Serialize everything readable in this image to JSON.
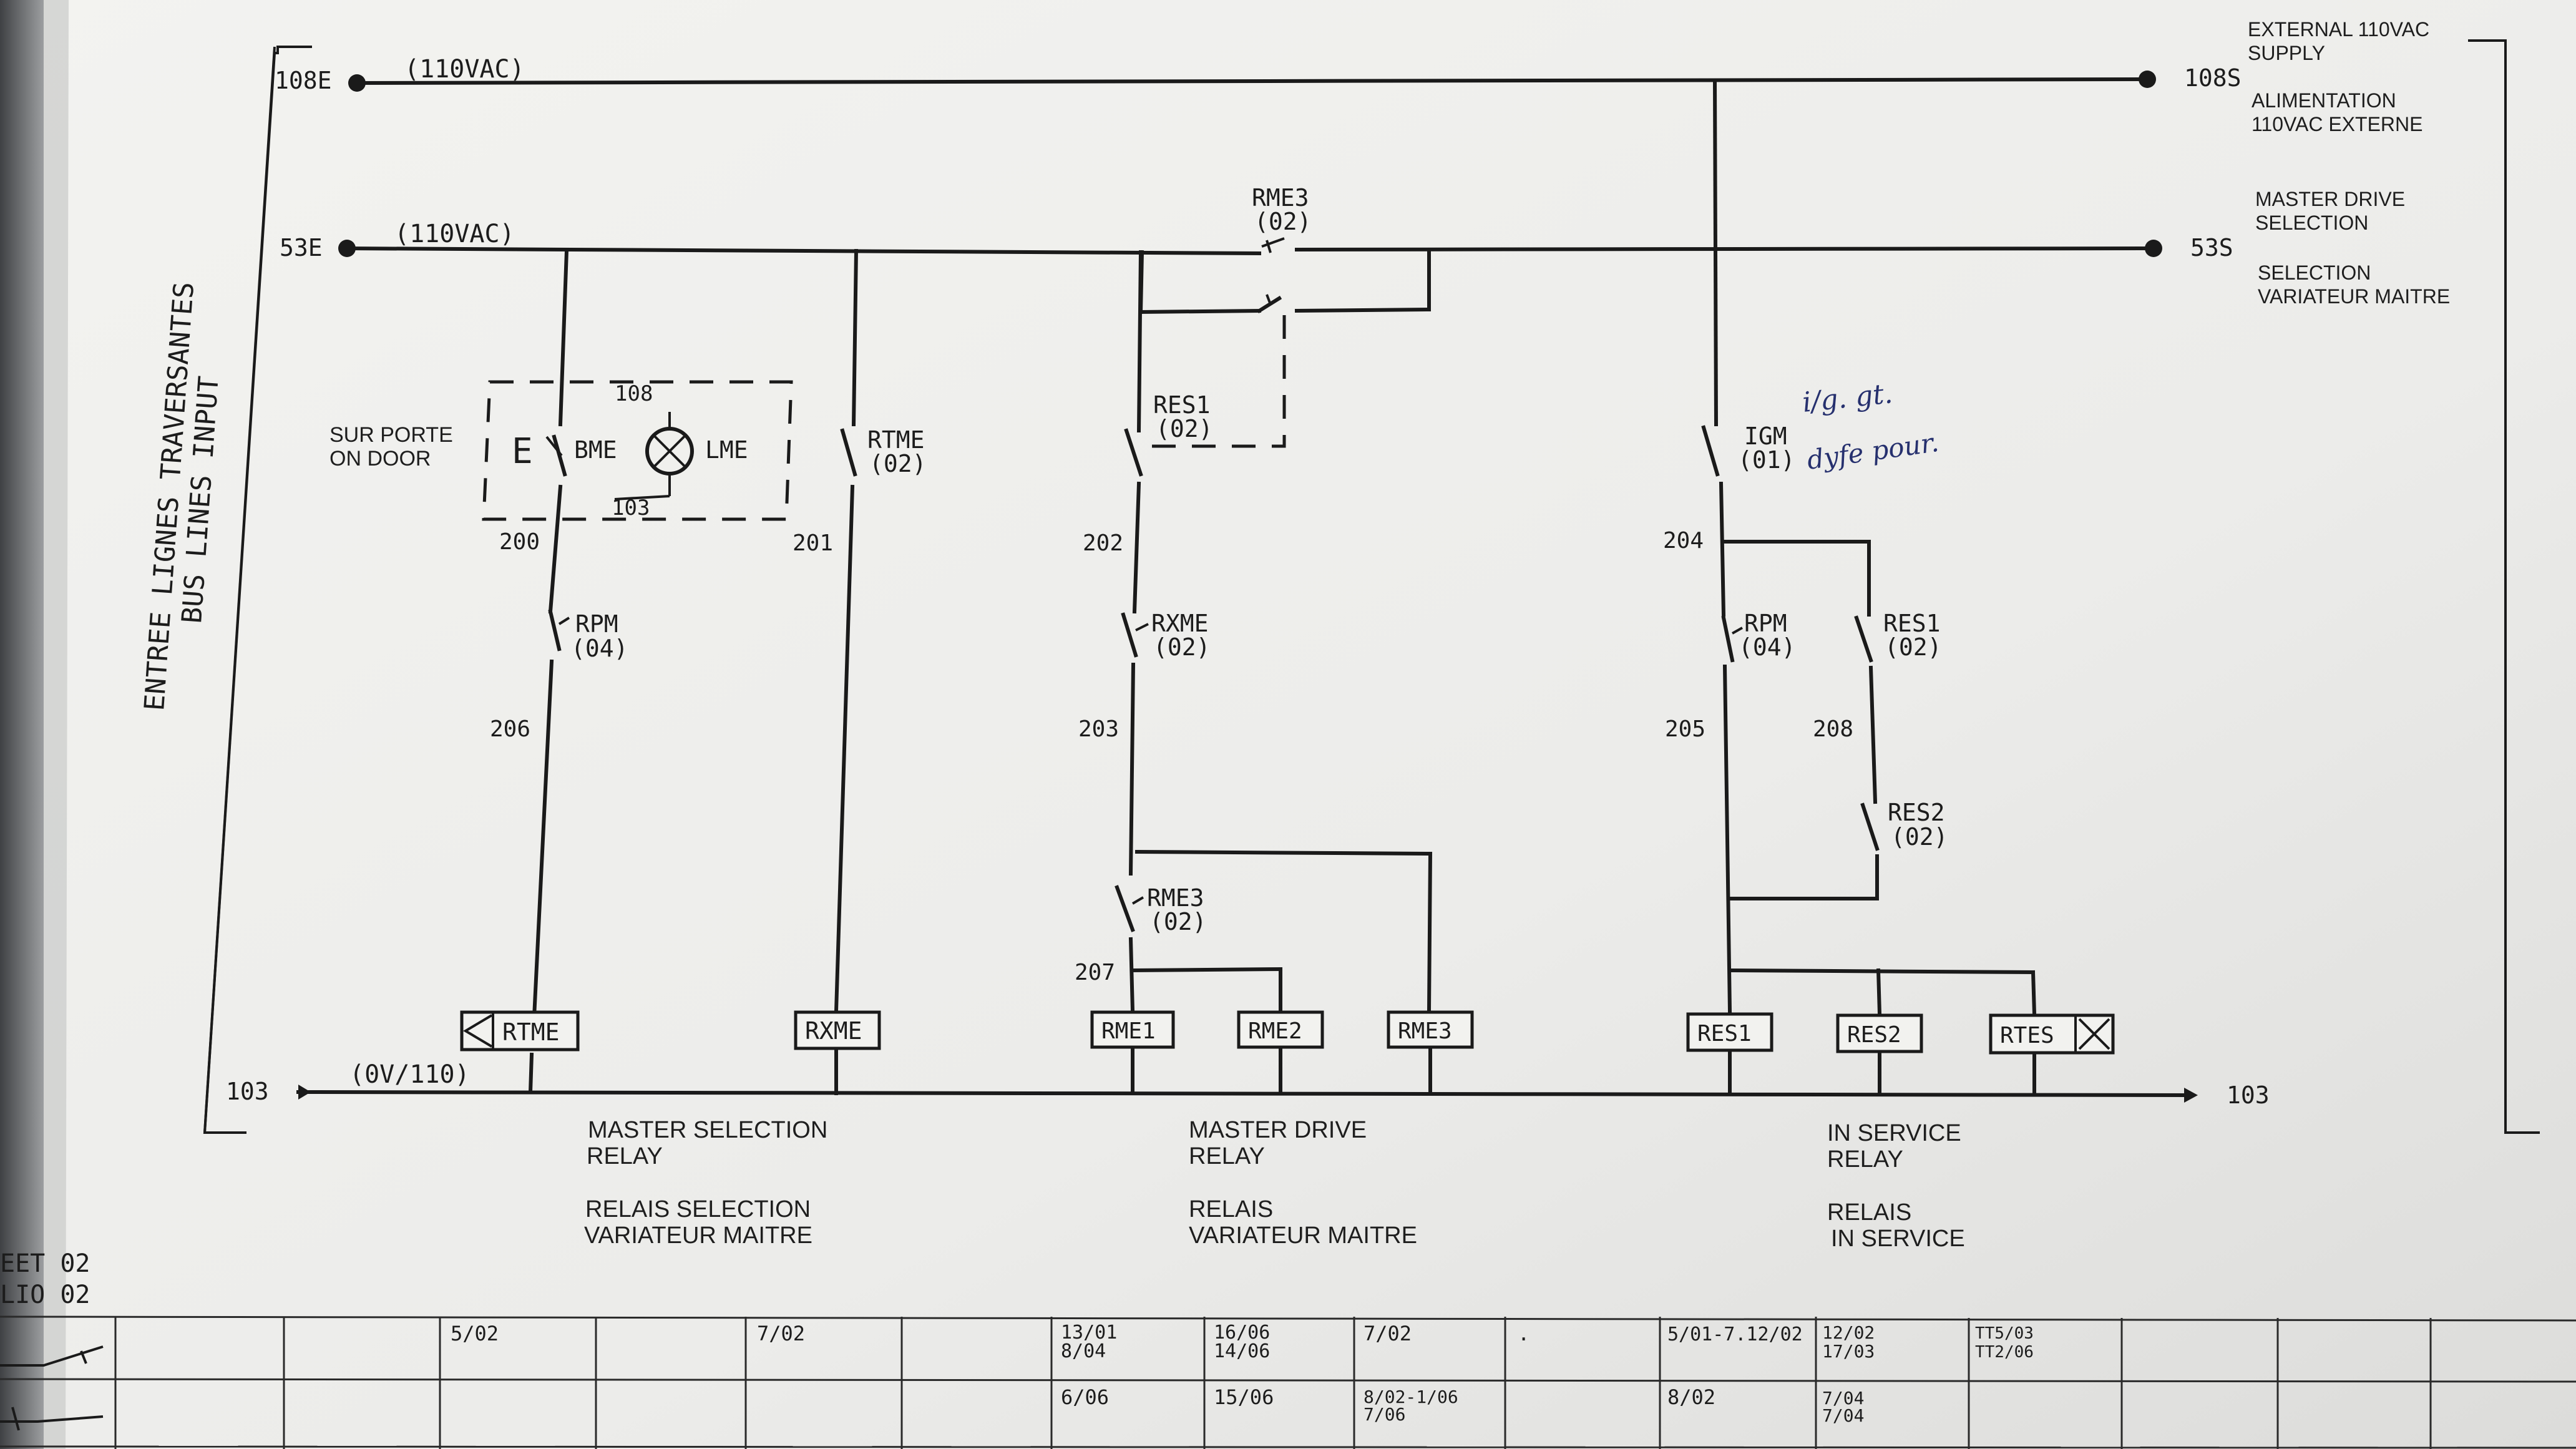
{
  "rails": {
    "top_left_label": "108E",
    "top_voltage": "(110VAC)",
    "top_right_label": "108S",
    "mid_left_label": "53E",
    "mid_voltage": "(110VAC)",
    "mid_right_label": "53S",
    "bottom_left_label": "103",
    "bottom_voltage": "(0V/110)",
    "bottom_right_label": "103"
  },
  "side_notes": {
    "external_en": [
      "EXTERNAL 110VAC",
      "SUPPLY"
    ],
    "external_fr": [
      "ALIMENTATION",
      "110VAC EXTERNE"
    ],
    "master_en": [
      "MASTER DRIVE",
      "SELECTION"
    ],
    "master_fr": [
      "SELECTION",
      "VARIATEUR MAITRE"
    ],
    "vertical_1": "ENTREE LIGNES TRAVERSANTES",
    "vertical_2": "BUS LINES INPUT",
    "door_1": "SUR PORTE",
    "door_2": "ON DOOR"
  },
  "wires": {
    "w200": "200",
    "w201": "201",
    "w202": "202",
    "w203": "203",
    "w204": "204",
    "w205": "205",
    "w206": "206",
    "w207": "207",
    "w208": "208",
    "w108": "108",
    "w103": "103"
  },
  "contacts": {
    "bme": "BME",
    "e": "E",
    "lme": "LME",
    "rpm1_name": "RPM",
    "rpm1_ref": "(04)",
    "rtme_name": "RTME",
    "rtme_ref": "(02)",
    "rme3_top_name": "RME3",
    "rme3_top_ref": "(02)",
    "res1_a_name": "RES1",
    "res1_a_ref": "(02)",
    "rxme_name": "RXME",
    "rxme_ref": "(02)",
    "rme3_b_name": "RME3",
    "rme3_b_ref": "(02)",
    "igm_name": "IGM",
    "igm_ref": "(01)",
    "rpm2_name": "RPM",
    "rpm2_ref": "(04)",
    "res1_b_name": "RES1",
    "res1_b_ref": "(02)",
    "res2_name": "RES2",
    "res2_ref": "(02)"
  },
  "coils": [
    "RTME",
    "RXME",
    "RME1",
    "RME2",
    "RME3",
    "RES1",
    "RES2",
    "RTES"
  ],
  "groups": {
    "g1_en": [
      "MASTER SELECTION",
      "RELAY"
    ],
    "g1_fr": [
      "RELAIS SELECTION",
      "VARIATEUR MAITRE"
    ],
    "g2_en": [
      "MASTER DRIVE",
      "RELAY"
    ],
    "g2_fr": [
      "RELAIS",
      "VARIATEUR MAITRE"
    ],
    "g3_en": [
      "IN SERVICE",
      "RELAY"
    ],
    "g3_fr": [
      "RELAIS",
      "IN SERVICE"
    ]
  },
  "margin_text": [
    "EET 02",
    "LIO 02"
  ],
  "handwritten": [
    "i/g. gt.",
    "dyfe pour."
  ],
  "table": {
    "row1": [
      "5/02",
      "7/02",
      "13/01\n8/04",
      "16/06\n14/06",
      "7/02",
      ".",
      "5/01-7.12/02",
      "12/02\n17/03",
      "TT5/03\nTT2/06"
    ],
    "row2": [
      "6/06",
      "15/06",
      "8/02-1/06\n7/06",
      "8/02",
      "7/04\n7/04"
    ]
  },
  "colors": {
    "paper": "#eeeeeb",
    "ink": "#1a1a1a",
    "handwriting": "#26306e"
  }
}
